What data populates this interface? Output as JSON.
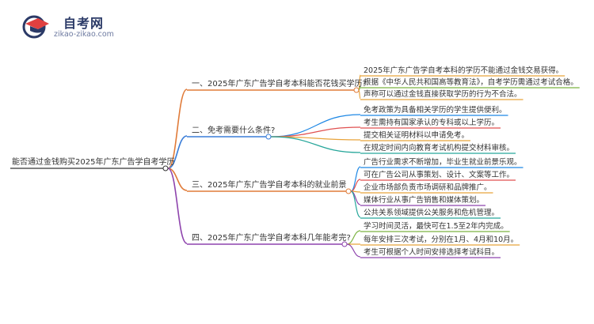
{
  "brand": {
    "name": "自考网",
    "url": "zikao-zikao.com"
  },
  "colors": {
    "root_line": "#333333",
    "branch1": "#e07b39",
    "branch2": "#3a7dd8",
    "branch3": "#e07b39",
    "branch4": "#8e44ad",
    "leaf_line_orange": "#e8a33a",
    "leaf_line_green": "#7cb342",
    "leaf_line_blue": "#1e88e5",
    "leaf_line_teal": "#26a69a",
    "leaf_line_purple": "#8e44ad",
    "leaf_line_red": "#e05050",
    "text": "#333333",
    "logo_blue": "#2b3a67",
    "logo_red": "#e04040"
  },
  "mindmap": {
    "root": "能否通过金钱购买2025年广东广告学自考学历",
    "branches": [
      {
        "label": "一、2025年广东广告学自考本科能否花钱买学历?",
        "color_key": "branch1",
        "leaves": [
          {
            "text": "2025年广东广告学自考本科的学历不能通过金钱交易获得。",
            "color_key": "leaf_line_orange"
          },
          {
            "text": "根据《中华人民共和国高等教育法》，自考学历需通过考试合格。",
            "color_key": "leaf_line_green"
          },
          {
            "text": "声称可以通过金钱直接获取学历的行为不合法。",
            "color_key": "leaf_line_orange"
          }
        ]
      },
      {
        "label": "二、免考需要什么条件?",
        "color_key": "branch2",
        "leaves": [
          {
            "text": "免考政策为具备相关学历的学生提供便利。",
            "color_key": "leaf_line_blue"
          },
          {
            "text": "考生需持有国家承认的专科或以上学历。",
            "color_key": "leaf_line_red"
          },
          {
            "text": "提交相关证明材料以申请免考。",
            "color_key": "leaf_line_orange"
          },
          {
            "text": "在规定时间内向教育考试机构提交材料审核。",
            "color_key": "leaf_line_teal"
          }
        ]
      },
      {
        "label": "三、2025年广东广告学自考本科的就业前景",
        "color_key": "branch3",
        "leaves": [
          {
            "text": "广告行业需求不断增加，毕业生就业前景乐观。",
            "color_key": "leaf_line_blue"
          },
          {
            "text": "可在广告公司从事策划、设计、文案等工作。",
            "color_key": "leaf_line_red"
          },
          {
            "text": "企业市场部负责市场调研和品牌推广。",
            "color_key": "leaf_line_orange"
          },
          {
            "text": "媒体行业从事广告销售和媒体策划。",
            "color_key": "leaf_line_purple"
          },
          {
            "text": "公共关系领域提供公关服务和危机管理。",
            "color_key": "leaf_line_teal"
          }
        ]
      },
      {
        "label": "四、2025年广东广告学自考本科几年能考完?",
        "color_key": "branch4",
        "leaves": [
          {
            "text": "学习时间灵活，最快可在1.5至2年内完成。",
            "color_key": "leaf_line_green"
          },
          {
            "text": "每年安排三次考试，分别在1月、4月和10月。",
            "color_key": "leaf_line_orange"
          },
          {
            "text": "考生可根据个人时间安排选择考试科目。",
            "color_key": "leaf_line_purple"
          }
        ]
      }
    ]
  }
}
